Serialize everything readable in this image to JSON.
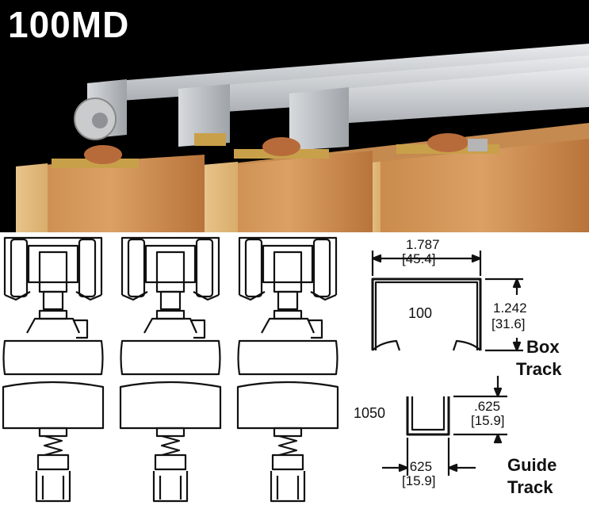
{
  "title": "100MD",
  "box_track": {
    "model": "100",
    "width_in": "1.787",
    "width_mm": "[45.4]",
    "height_in": "1.242",
    "height_mm": "[31.6]",
    "label_line1": "Box",
    "label_line2": "Track"
  },
  "guide_track": {
    "model": "1050",
    "height_in": ".625",
    "height_mm": "[15.9]",
    "width_in": ".625",
    "width_mm": "[15.9]",
    "label_line1": "Guide",
    "label_line2": "Track"
  }
}
